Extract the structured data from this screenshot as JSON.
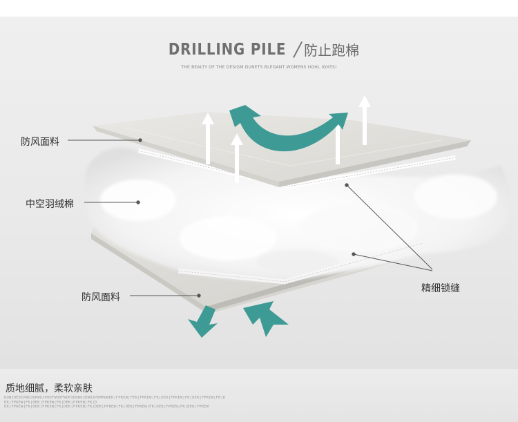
{
  "header": {
    "title_en": "DRILLING PILE",
    "title_cn": "防止跑棉",
    "subtitle": "THE BEALTY OF THE DESIGM DUNETS BLEGANT WOMENS HGHL IGHTS!"
  },
  "labels": {
    "top_fabric": "防风面料",
    "hollow_cotton": "中空羽绒棉",
    "bottom_fabric": "防风面料",
    "lock_stitch": "精细锁缝"
  },
  "footer": {
    "title": "质地细腻，柔软亲肤",
    "filler_line1": "DOWIOEDIPWOJDPWOJPODFWODFWOPIDKWOJDWOJPDMPGWEK|FPKEW|FEK|FPKEW|FK|DEK|FPKEW|FK|DEK|FPKEW|FK|D",
    "filler_line2": "EK|FPKEW|FK|DEK|FPKEW|FK|DEK|FPKEW|FK|D",
    "filler_line3": "EK|FPKEW|FK|DEK|FPKEW|FK|DEK|FPKEW|FK|DEK|FPKEW|FK|DEK|FPKEW|FK|DEK|FPKEW|FK|DEK|FPKEW"
  },
  "colors": {
    "teal_arrow": "#3e9a94",
    "white_arrow": "#ffffff",
    "fabric": "#e4e3df",
    "cotton": "#f6f6f6"
  },
  "icons": {
    "up_arrows": "up-arrow-icon",
    "air_flow_top": "curved-arrow-icon",
    "air_flow_bottom": "down-arrow-icon"
  }
}
